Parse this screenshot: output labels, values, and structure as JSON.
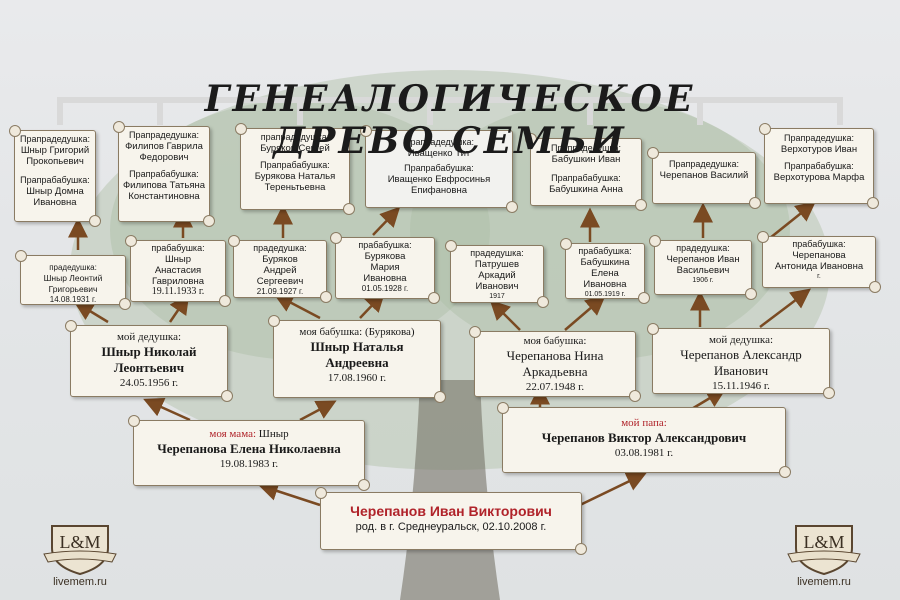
{
  "title": "Генеалогическое древо семьи",
  "row1": [
    {
      "l1": "Прапрадедушка:",
      "n1": "Шныр Григорий Прокопьевич",
      "l2": "Прапрабабушка:",
      "n2": "Шныр Домна Ивановна"
    },
    {
      "l1": "Прапрадедушка:",
      "n1": "Филипов Гаврила Федорович",
      "l2": "Прапрабабушка:",
      "n2": "Филипова Татьяна Константиновна"
    },
    {
      "l1": "прапрадедушка:",
      "n1": "Буряков Сергей",
      "l2": "Прапрабабушка:",
      "n2": "Бурякова Наталья Тереньтьевна"
    },
    {
      "l1": "Прапрадедушка:",
      "n1": "Иващенко Тит",
      "l2": "Прапрабабушка:",
      "n2": "Иващенко Евфросинья Епифановна"
    },
    {
      "l1": "Прапрадедушка:",
      "n1": "Бабушкин Иван",
      "l2": "Прапрабабушка:",
      "n2": "Бабушкина Анна"
    },
    {
      "l1": "Прапрадедушка:",
      "n1": "Черепанов Василий",
      "l2": "",
      "n2": ""
    },
    {
      "l1": "Прапрадедушка:",
      "n1": "Верхотуров Иван",
      "l2": "Прапрабабушка:",
      "n2": "Верхотурова Марфа"
    }
  ],
  "row2": [
    {
      "role": "прадедушка:",
      "name": "Шныр Леонтий Григорьевич",
      "date": "14.08.1931 г."
    },
    {
      "role": "прабабушка:",
      "name": "Шныр Анастасия Гавриловна",
      "date": "19.11.1933 г."
    },
    {
      "role": "прадедушка:",
      "name": "Буряков Андрей Сергеевич",
      "date": "21.09.1927 г."
    },
    {
      "role": "прабабушка:",
      "name": "Бурякова Мария Ивановна",
      "date": "01.05.1928 г."
    },
    {
      "role": "прадедушка:",
      "name": "Патрушев Аркадий Иванович",
      "date": "1917"
    },
    {
      "role": "прабабушка:",
      "name": "Бабушкина Елена Ивановна",
      "date": "01.05.1919 г."
    },
    {
      "role": "прадедушка:",
      "name": "Черепанов Иван Васильевич",
      "date": "1906 г."
    },
    {
      "role": "прабабушка:",
      "name": "Черепанова Антонида Ивановна",
      "date": "г."
    }
  ],
  "row3": [
    {
      "role": "мой дедушка:",
      "name": "Шныр Николай Леонтьевич",
      "date": "24.05.1956 г."
    },
    {
      "role": "моя бабушка: (Бурякова)",
      "name": "Шныр Наталья Андреевна",
      "date": "17.08.1960 г."
    },
    {
      "role": "моя бабушка:",
      "name": "Черепанова Нина Аркадьевна",
      "date": "22.07.1948 г."
    },
    {
      "role": "мой дедушка:",
      "name": "Черепанов Александр Иванович",
      "date": "15.11.1946 г."
    }
  ],
  "mama": {
    "role": "моя мама:",
    "extra": "Шныр",
    "name": "Черепанова Елена Николаевна",
    "date": "19.08.1983 г."
  },
  "papa": {
    "role": "мой папа:",
    "name": "Черепанов Виктор Александрович",
    "date": "03.08.1981 г."
  },
  "child": {
    "name": "Черепанов Иван Викторович",
    "birth": "род. в г. Среднеуральск, 02.10.2008 г."
  },
  "logos": [
    {
      "monogram": "L&M",
      "site": "livemem.ru"
    },
    {
      "monogram": "L&M",
      "site": "livemem.ru"
    }
  ],
  "colors": {
    "arrow": "#7a4a22",
    "accent_red": "#b0232a",
    "scroll_border": "#8a7b63"
  }
}
